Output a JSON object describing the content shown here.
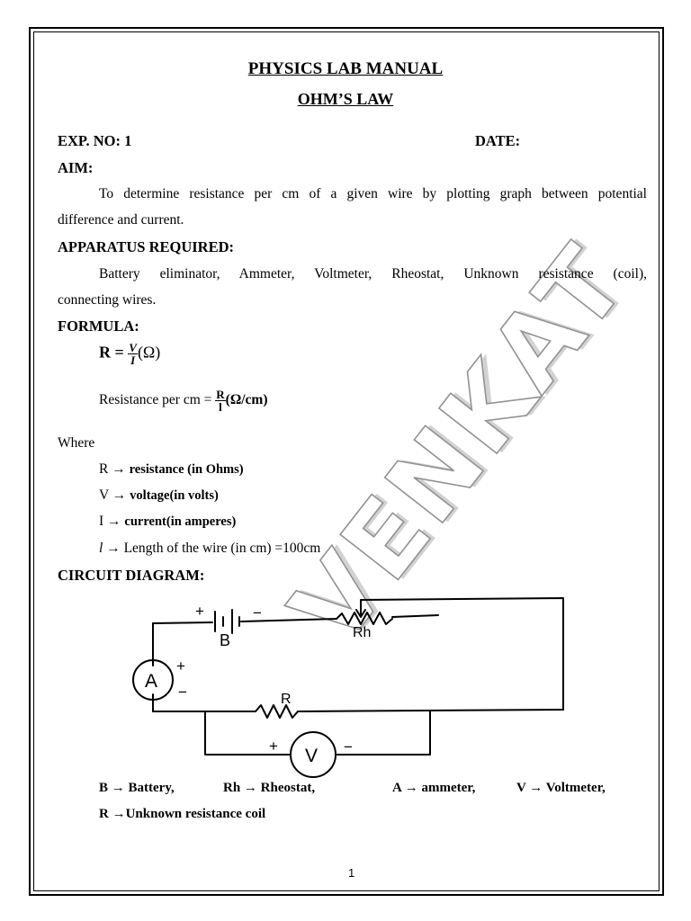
{
  "header": {
    "title": "PHYSICS LAB MANUAL",
    "subtitle": "OHM’S LAW"
  },
  "exp": {
    "number": "EXP. NO: 1",
    "date": "DATE:"
  },
  "aim": {
    "heading": "AIM:",
    "line1": "To determine resistance per cm of a given wire by plotting graph between potential",
    "line2": "difference and current."
  },
  "apparatus": {
    "heading": "APPARATUS REQUIRED:",
    "line1": "Battery eliminator, Ammeter, Voltmeter, Rheostat, Unknown resistance (coil),",
    "line2": "connecting wires."
  },
  "formula": {
    "heading": "FORMULA:",
    "r_lhs": "R =",
    "r_num": "V",
    "r_den": "I",
    "r_unit": "(Ω)",
    "per_cm_label": "Resistance per cm =",
    "per_cm_num": "R",
    "per_cm_den": "l",
    "per_cm_unit": "(Ω/cm)"
  },
  "where": {
    "label": "Where",
    "items": [
      {
        "sym": "R →",
        "text": "resistance (in Ohms)"
      },
      {
        "sym": "V →",
        "text": "voltage(in volts)"
      },
      {
        "sym": "I →",
        "text": "current(in amperes)"
      },
      {
        "sym": "l",
        "text": "→ Length of the wire (in cm) =100cm"
      }
    ]
  },
  "circuit": {
    "heading": "CIRCUIT DIAGRAM:",
    "label_battery": "B",
    "label_rheostat": "Rh",
    "label_ammeter": "A",
    "label_resistor": "R",
    "label_voltmeter": "V",
    "plus": "+",
    "minus": "−"
  },
  "legend": {
    "battery": "B → Battery,",
    "rheostat": "Rh → Rheostat,",
    "ammeter": "A → ammeter,",
    "voltmeter": "V → Voltmeter,",
    "resistor": "R →Unknown resistance coil"
  },
  "footer": {
    "page_number": "1"
  },
  "watermark": {
    "text": "VENKAT"
  }
}
